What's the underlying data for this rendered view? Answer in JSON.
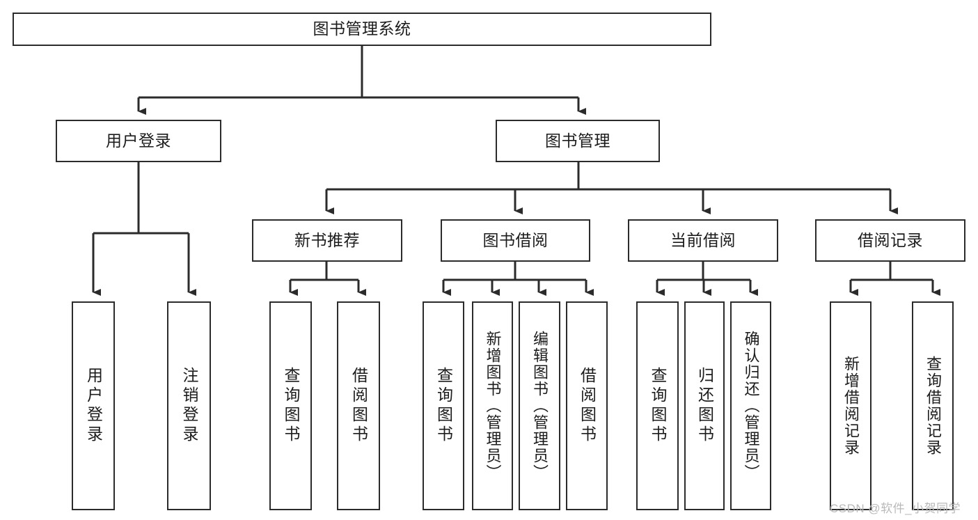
{
  "diagram": {
    "title": "图书管理系统",
    "type": "tree-hierarchy-chart",
    "colors": {
      "box_border": "#2b2b2b",
      "box_fill": "#ffffff",
      "connector": "#2b2b2b",
      "background": "#ffffff",
      "watermark": "#b9b9b9"
    },
    "root": {
      "label": "图书管理系统"
    },
    "level2": [
      {
        "label": "用户登录"
      },
      {
        "label": "图书管理"
      }
    ],
    "level3": [
      {
        "label": "新书推荐"
      },
      {
        "label": "图书借阅"
      },
      {
        "label": "当前借阅"
      },
      {
        "label": "借阅记录"
      }
    ],
    "leaves": {
      "user_login": [
        {
          "label": "用户登录"
        },
        {
          "label": "注销登录"
        }
      ],
      "new_book_recommend": [
        {
          "label": "查询图书"
        },
        {
          "label": "借阅图书"
        }
      ],
      "book_borrow": [
        {
          "label": "查询图书"
        },
        {
          "label": "新增图书（管理员）"
        },
        {
          "label": "编辑图书（管理员）"
        },
        {
          "label": "借阅图书"
        }
      ],
      "current_borrow": [
        {
          "label": "查询图书"
        },
        {
          "label": "归还图书"
        },
        {
          "label": "确认归还（管理员）"
        }
      ],
      "borrow_record": [
        {
          "label": "新增借阅记录"
        },
        {
          "label": "查询借阅记录"
        }
      ]
    }
  },
  "watermark": {
    "text": "CSDN @软件_小贺同学"
  }
}
